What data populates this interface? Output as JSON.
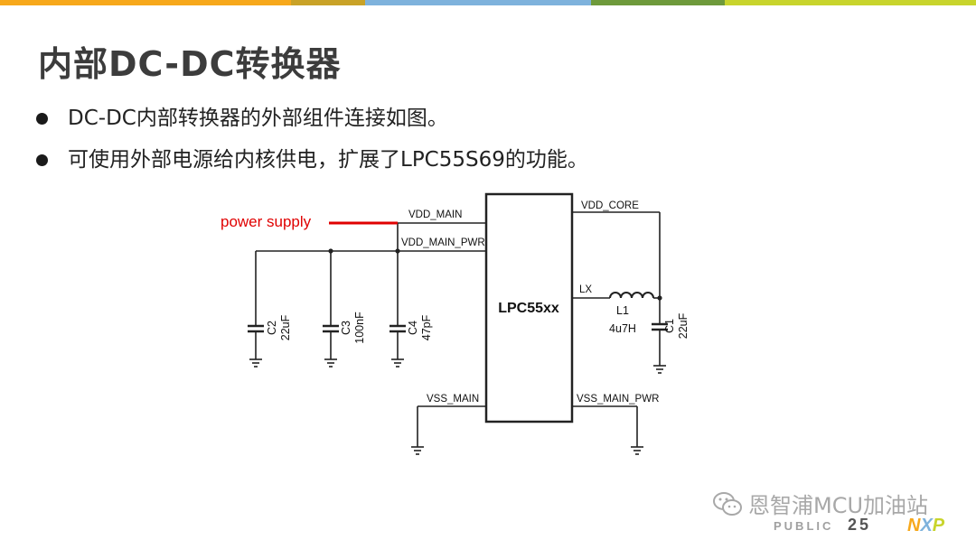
{
  "title": "内部DC-DC转换器",
  "bullets": [
    "DC-DC内部转换器的外部组件连接如图。",
    "可使用外部电源给内核供电，扩展了LPC55S69的功能。"
  ],
  "colors": {
    "top_bar": [
      "#f7a81b",
      "#c9a227",
      "#7eb2dc",
      "#6e9a3b",
      "#c8d42c"
    ],
    "power_line": "#e00000",
    "wire": "#222222",
    "bullet_dot": "#1a1a1a"
  },
  "schematic": {
    "chip_label": "LPC55xx",
    "power_supply_label": "power supply",
    "pins": {
      "vdd_main": "VDD_MAIN",
      "vdd_main_pwr": "VDD_MAIN_PWR",
      "vdd_core": "VDD_CORE",
      "lx": "LX",
      "vss_main": "VSS_MAIN",
      "vss_main_pwr": "VSS_MAIN_PWR"
    },
    "components": {
      "c2": {
        "ref": "C2",
        "value": "22uF"
      },
      "c3": {
        "ref": "C3",
        "value": "100nF"
      },
      "c4": {
        "ref": "C4",
        "value": "47pF"
      },
      "c1": {
        "ref": "C1",
        "value": "22uF"
      },
      "l1": {
        "ref": "L1",
        "value": "4u7H"
      }
    }
  },
  "footer": {
    "classification": "PUBLIC",
    "page_number": "25",
    "logo_text": "NXP",
    "watermark": "恩智浦MCU加油站",
    "watermark_icon": "wechat-icon"
  }
}
